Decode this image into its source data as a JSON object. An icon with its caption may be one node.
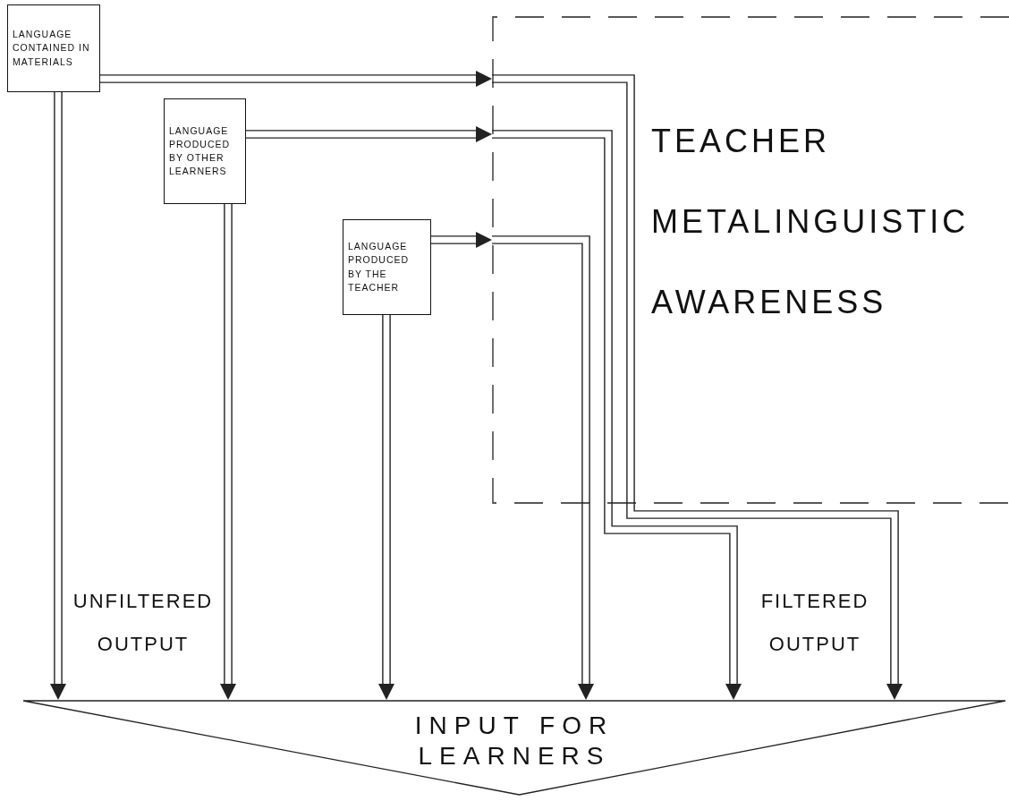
{
  "diagram": {
    "nodes": [
      {
        "text": [
          "LANGUAGE CONTAINED IN MATERIALS"
        ]
      },
      {
        "text": [
          "LANGUAGE PRODUCED BY OTHER LEARNERS"
        ]
      },
      {
        "text": [
          "LANGUAGE PRODUCED BY THE TEACHER"
        ]
      },
      {
        "text": [
          "TEACHER METALINGUISTIC AWARENESS"
        ]
      },
      {
        "text": [
          "INPUT FOR LEARNERS"
        ]
      }
    ],
    "edges": [
      {
        "from": 0,
        "to": 3,
        "arrow": "to"
      },
      {
        "from": 3,
        "to": 4,
        "arrow": "to"
      },
      {
        "from": 1,
        "to": 3,
        "arrow": "to"
      },
      {
        "from": 3,
        "to": 4,
        "arrow": "to"
      },
      {
        "from": 2,
        "to": 3,
        "arrow": "to"
      },
      {
        "from": 3,
        "to": 4,
        "arrow": "to"
      },
      {
        "from": 0,
        "to": 4,
        "arrow": "to"
      },
      {
        "from": 1,
        "to": 4,
        "arrow": "to"
      },
      {
        "from": 2,
        "to": 4,
        "arrow": "to"
      }
    ],
    "labels": [
      "UNFILTERED OUTPUT",
      "FILTERED OUTPUT"
    ]
  }
}
